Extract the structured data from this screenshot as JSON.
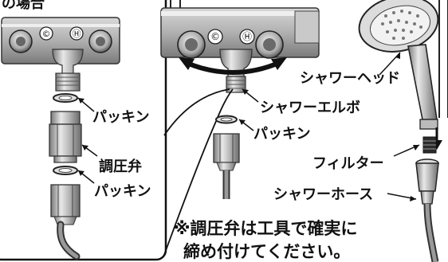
{
  "header": {
    "partial_title": "の場合"
  },
  "labels": {
    "packing": "パッキン",
    "regulator": "調圧弁",
    "shower_elbow": "シャワーエルボ",
    "shower_head": "シャワーヘッド",
    "filter": "フィルター",
    "shower_hose": "シャワーホース"
  },
  "note": {
    "line1": "※調圧弁は工具で確実に",
    "line2": "締め付けてください。"
  },
  "valve_marks": {
    "cold": "©",
    "hot": "Ⓗ"
  }
}
